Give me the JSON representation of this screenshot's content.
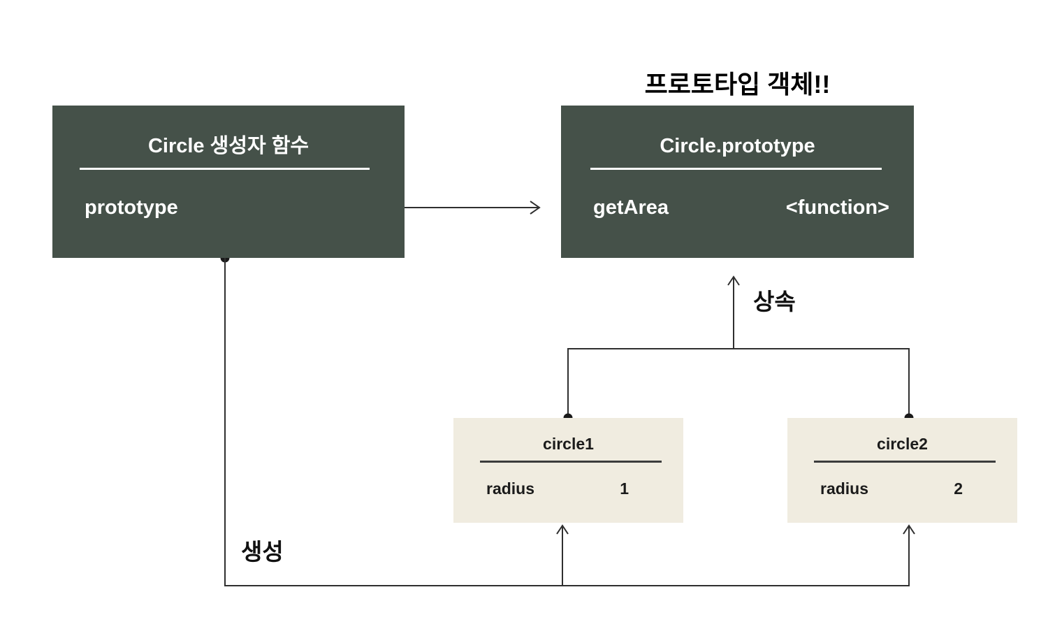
{
  "captions": {
    "prototype_object": "프로토타입 객체!!"
  },
  "constructor_box": {
    "title": "Circle 생성자 함수",
    "rows": [
      {
        "key": "prototype",
        "value": ""
      }
    ]
  },
  "prototype_box": {
    "title": "Circle.prototype",
    "rows": [
      {
        "key": "getArea",
        "value": "<function>"
      }
    ]
  },
  "instances": [
    {
      "title": "circle1",
      "rows": [
        {
          "key": "radius",
          "value": "1"
        }
      ]
    },
    {
      "title": "circle2",
      "rows": [
        {
          "key": "radius",
          "value": "2"
        }
      ]
    }
  ],
  "edge_labels": {
    "inheritance": "상속",
    "creation": "생성"
  },
  "colors": {
    "box_dark": "#455149",
    "box_light": "#F0ECE0",
    "text_on_dark": "#FFFFFF",
    "text_dark": "#1B1B1B",
    "caption_text": "#000000",
    "connector": "#2F2F2F",
    "background": "#FFFFFF"
  }
}
